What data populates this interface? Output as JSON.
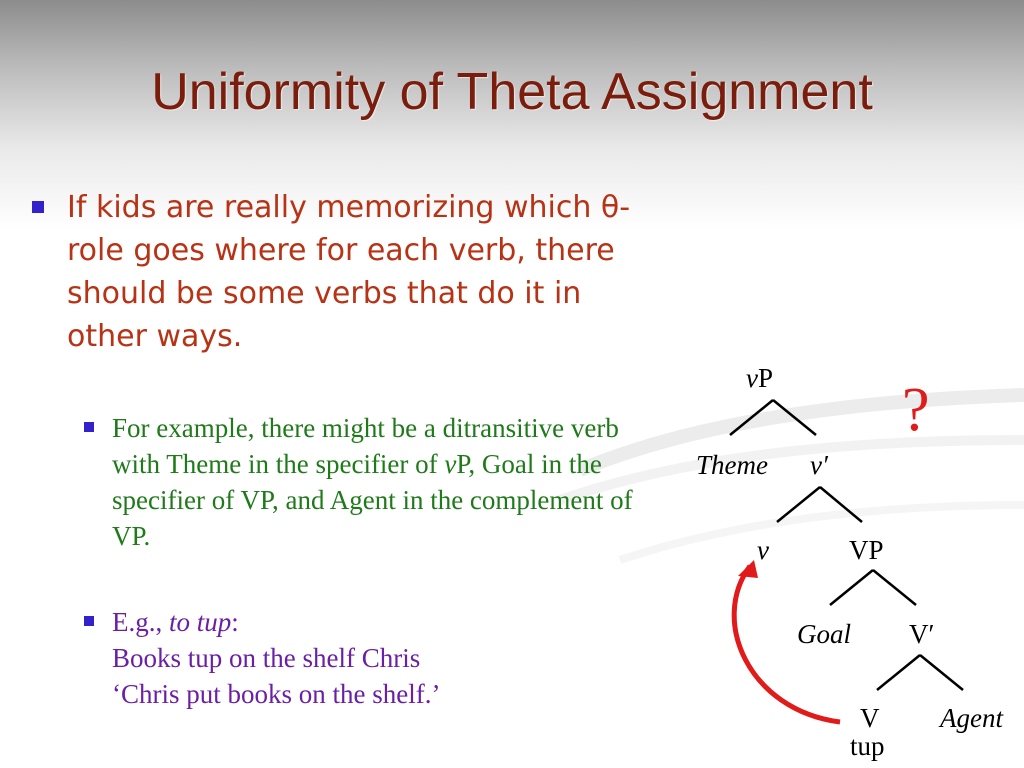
{
  "slide": {
    "title": "Uniformity of Theta Assignment",
    "bullet": "If kids are really memorizing which θ-role goes where for each verb, there should be some verbs that do it in other ways.",
    "sub1": {
      "p1": "For example, there might be a ditransitive verb with Theme in the specifier of ",
      "v": "v",
      "p2": "P, Goal in the specifier of VP, and Agent in the complement of VP."
    },
    "sub2": {
      "eg": "E.g., ",
      "verb": "to tup",
      "colon": ":",
      "line2": "Books tup on the shelf Chris",
      "line3": "‘Chris put books on the shelf.’"
    }
  },
  "tree": {
    "root_v": "v",
    "root_p": "P",
    "theme": "Theme",
    "v_bar": "v′",
    "v": "v",
    "vp": "VP",
    "goal": "Goal",
    "V_bar": "V′",
    "V": "V",
    "agent": "Agent",
    "tup": "tup",
    "question": "?"
  },
  "colors": {
    "title": "#7b1d0c",
    "bullet": "#b83315",
    "sub1": "#1f7a1a",
    "sub2": "#6a1fa6",
    "bullet_square": "#3322cc",
    "arrow": "#e11a1a"
  }
}
